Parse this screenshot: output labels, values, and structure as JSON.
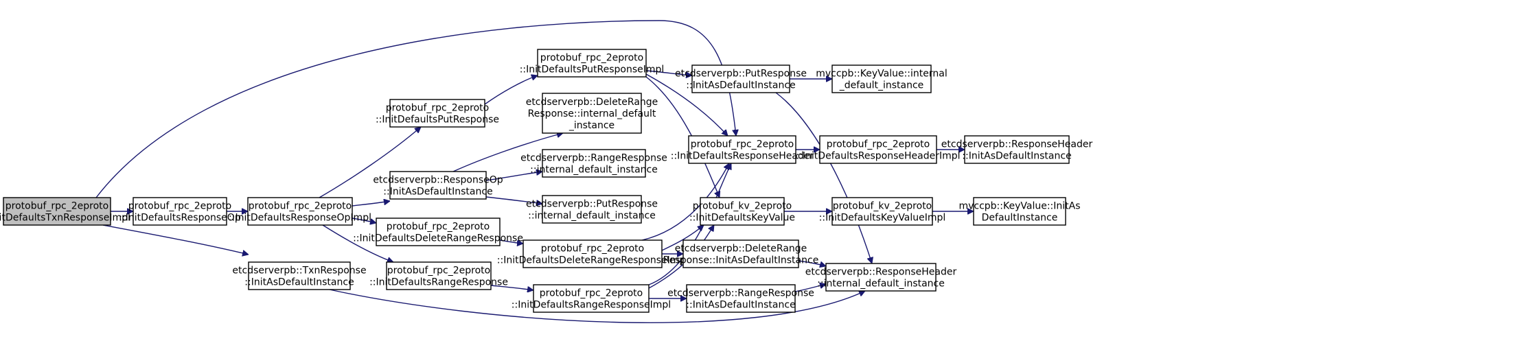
{
  "diagram": {
    "nodes": [
      {
        "id": "root",
        "lines": [
          "protobuf_rpc_2eproto",
          "::InitDefaultsTxnResponseImpl"
        ],
        "root": true
      },
      {
        "id": "respop",
        "lines": [
          "protobuf_rpc_2eproto",
          "::InitDefaultsResponseOp"
        ]
      },
      {
        "id": "respopimpl",
        "lines": [
          "protobuf_rpc_2eproto",
          "::InitDefaultsResponseOpImpl"
        ]
      },
      {
        "id": "txnresp",
        "lines": [
          "etcdserverpb::TxnResponse",
          "::InitAsDefaultInstance"
        ]
      },
      {
        "id": "putresp",
        "lines": [
          "protobuf_rpc_2eproto",
          "::InitDefaultsPutResponse"
        ]
      },
      {
        "id": "respopinst",
        "lines": [
          "etcdserverpb::ResponseOp",
          "::InitAsDefaultInstance"
        ]
      },
      {
        "id": "delrange",
        "lines": [
          "protobuf_rpc_2eproto",
          "::InitDefaultsDeleteRangeResponse"
        ]
      },
      {
        "id": "range",
        "lines": [
          "protobuf_rpc_2eproto",
          "::InitDefaultsRangeResponse"
        ]
      },
      {
        "id": "putrespimpl",
        "lines": [
          "protobuf_rpc_2eproto",
          "::InitDefaultsPutResponseImpl"
        ]
      },
      {
        "id": "delrangeintdef",
        "lines": [
          "etcdserverpb::DeleteRange",
          "Response::internal_default",
          "_instance"
        ]
      },
      {
        "id": "rangeintdef",
        "lines": [
          "etcdserverpb::RangeResponse",
          "::internal_default_instance"
        ]
      },
      {
        "id": "putintdef",
        "lines": [
          "etcdserverpb::PutResponse",
          "::internal_default_instance"
        ]
      },
      {
        "id": "delrangeimpl",
        "lines": [
          "protobuf_rpc_2eproto",
          "::InitDefaultsDeleteRangeResponseImpl"
        ]
      },
      {
        "id": "rangeimpl",
        "lines": [
          "protobuf_rpc_2eproto",
          "::InitDefaultsRangeResponseImpl"
        ]
      },
      {
        "id": "putasdef",
        "lines": [
          "etcdserverpb::PutResponse",
          "::InitAsDefaultInstance"
        ]
      },
      {
        "id": "respheader",
        "lines": [
          "protobuf_rpc_2eproto",
          "::InitDefaultsResponseHeader"
        ]
      },
      {
        "id": "kv",
        "lines": [
          "protobuf_kv_2eproto",
          "::InitDefaultsKeyValue"
        ]
      },
      {
        "id": "delrangeasdef",
        "lines": [
          "etcdserverpb::DeleteRange",
          "Response::InitAsDefaultInstance"
        ]
      },
      {
        "id": "rangeasdef",
        "lines": [
          "etcdserverpb::RangeResponse",
          "::InitAsDefaultInstance"
        ]
      },
      {
        "id": "kvintdef",
        "lines": [
          "mvccpb::KeyValue::internal",
          "_default_instance"
        ]
      },
      {
        "id": "respheaderimpl",
        "lines": [
          "protobuf_rpc_2eproto",
          "::InitDefaultsResponseHeaderImpl"
        ]
      },
      {
        "id": "kvimpl",
        "lines": [
          "protobuf_kv_2eproto",
          "::InitDefaultsKeyValueImpl"
        ]
      },
      {
        "id": "respheaderintdef",
        "lines": [
          "etcdserverpb::ResponseHeader",
          "::internal_default_instance"
        ]
      },
      {
        "id": "respheaderasdef",
        "lines": [
          "etcdserverpb::ResponseHeader",
          "::InitAsDefaultInstance"
        ]
      },
      {
        "id": "kvasdef",
        "lines": [
          "mvccpb::KeyValue::InitAs",
          "DefaultInstance"
        ]
      }
    ],
    "edges": [
      [
        "root",
        "respop"
      ],
      [
        "root",
        "txnresp"
      ],
      [
        "root",
        "respheader"
      ],
      [
        "respop",
        "respopimpl"
      ],
      [
        "respopimpl",
        "putresp"
      ],
      [
        "respopimpl",
        "respopinst"
      ],
      [
        "respopimpl",
        "delrange"
      ],
      [
        "respopimpl",
        "range"
      ],
      [
        "txnresp",
        "respheaderintdef"
      ],
      [
        "putresp",
        "putrespimpl"
      ],
      [
        "respopinst",
        "delrangeintdef"
      ],
      [
        "respopinst",
        "rangeintdef"
      ],
      [
        "respopinst",
        "putintdef"
      ],
      [
        "delrange",
        "delrangeimpl"
      ],
      [
        "range",
        "rangeimpl"
      ],
      [
        "putrespimpl",
        "putasdef"
      ],
      [
        "putrespimpl",
        "respheader"
      ],
      [
        "putrespimpl",
        "kv"
      ],
      [
        "delrangeimpl",
        "respheader"
      ],
      [
        "delrangeimpl",
        "kv"
      ],
      [
        "delrangeimpl",
        "delrangeasdef"
      ],
      [
        "rangeimpl",
        "respheader"
      ],
      [
        "rangeimpl",
        "kv"
      ],
      [
        "rangeimpl",
        "rangeasdef"
      ],
      [
        "putasdef",
        "kvintdef"
      ],
      [
        "putasdef",
        "respheaderintdef"
      ],
      [
        "respheader",
        "respheaderimpl"
      ],
      [
        "kv",
        "kvimpl"
      ],
      [
        "delrangeasdef",
        "respheaderintdef"
      ],
      [
        "rangeasdef",
        "respheaderintdef"
      ],
      [
        "respheaderimpl",
        "respheaderasdef"
      ],
      [
        "kvimpl",
        "kvasdef"
      ]
    ]
  }
}
